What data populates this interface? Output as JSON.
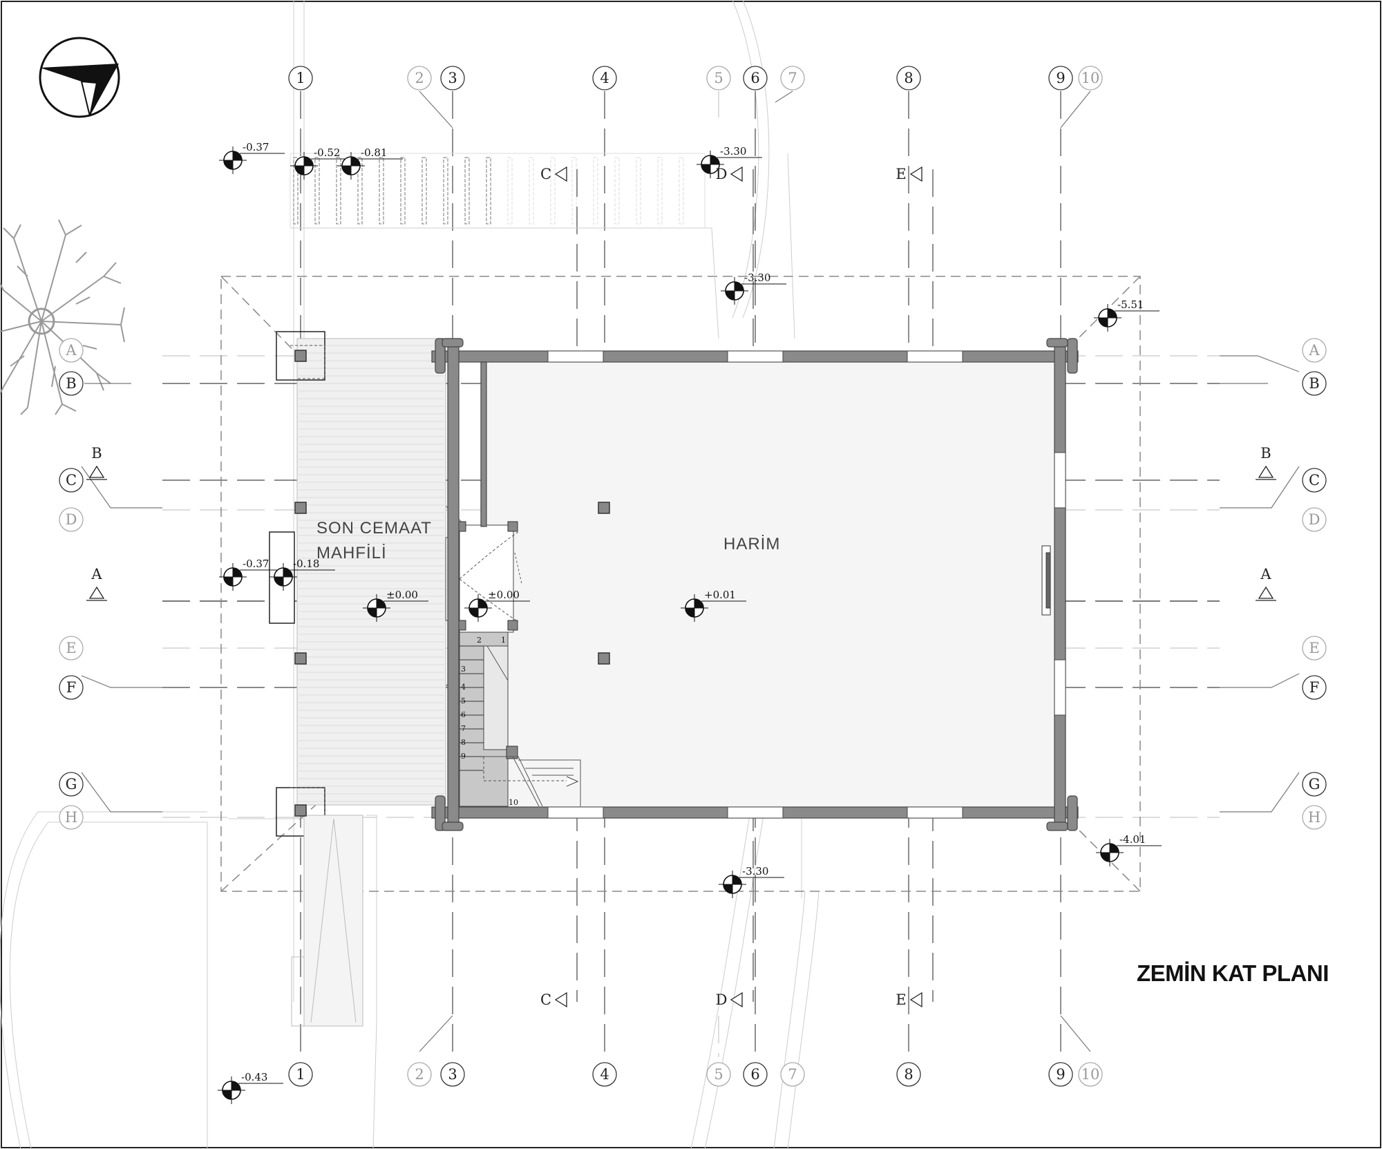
{
  "title": "ZEMİN KAT PLANI",
  "rooms": [
    {
      "id": "son-cemaat",
      "lines": [
        "SON CEMAAT",
        "MAHFİLİ"
      ]
    },
    {
      "id": "harim",
      "lines": [
        "HARİM"
      ]
    }
  ],
  "grid_columns": {
    "dark": [
      "1",
      "3",
      "4",
      "6",
      "8",
      "9"
    ],
    "light": [
      "2",
      "5",
      "7",
      "10"
    ]
  },
  "grid_rows": {
    "dark": [
      "B",
      "C",
      "F",
      "G"
    ],
    "light": [
      "A",
      "D",
      "E",
      "H"
    ]
  },
  "section_marks": {
    "horizontal": [
      "A",
      "B"
    ],
    "vertical": [
      "C",
      "D",
      "E"
    ]
  },
  "levels": [
    {
      "id": "lvl-top-left",
      "label": "-0.37"
    },
    {
      "id": "lvl-stairs-1",
      "label": "-0.52"
    },
    {
      "id": "lvl-stairs-2",
      "label": "-0.81"
    },
    {
      "id": "lvl-top-right",
      "label": "-3.30"
    },
    {
      "id": "lvl-north",
      "label": "-3.30"
    },
    {
      "id": "lvl-northeast",
      "label": "-5.51"
    },
    {
      "id": "lvl-entry-out",
      "label": "-0.37"
    },
    {
      "id": "lvl-entry-step",
      "label": "-0.18"
    },
    {
      "id": "lvl-porch",
      "label": "±0.00"
    },
    {
      "id": "lvl-vestibule",
      "label": "±0.00"
    },
    {
      "id": "lvl-harim",
      "label": "+0.01"
    },
    {
      "id": "lvl-southeast",
      "label": "-4.01"
    },
    {
      "id": "lvl-south",
      "label": "-3.30"
    },
    {
      "id": "lvl-bottom-left",
      "label": "-0.43"
    }
  ],
  "stair_steps": [
    "1",
    "2",
    "3",
    "4",
    "5",
    "6",
    "7",
    "8",
    "9",
    "10"
  ]
}
